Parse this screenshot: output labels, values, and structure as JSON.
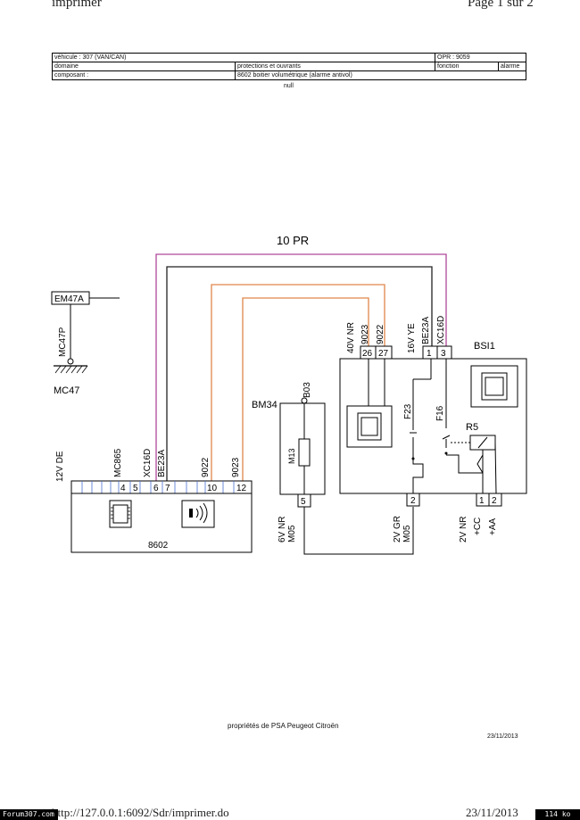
{
  "header": {
    "left": "imprimer",
    "right": "Page 1 sur 2"
  },
  "info_table": {
    "vehicle": "véhicule : 307 (VAN/CAN)",
    "opr": "OPR : 9059",
    "domain_label": "domaine",
    "domain_value": "protections et ouvrants",
    "function_label": "fonction",
    "function_value": "alarme",
    "component_label": "composant :",
    "component_value": "8602 boitier volumétrique (alarme antivol)"
  },
  "null_text": "null",
  "diagram": {
    "title": "10 PR",
    "em47a": "EM47A",
    "mc47p": "MC47P",
    "mc47": "MC47",
    "bm34": "BM34",
    "b03": "B03",
    "m13": "M13",
    "bsi1": "BSI1",
    "r5": "R5",
    "f23": "F23",
    "f16": "F16",
    "c8602": "8602",
    "conn_12v_de": "12V DE",
    "conn_40v_nr": "40V NR",
    "conn_16v_ye": "16V YE",
    "conn_6v_nr": "6V NR",
    "conn_2v_gr": "2V GR",
    "conn_2v_nr": "2V NR",
    "w_mc865": "MC865",
    "w_xc16d": "XC16D",
    "w_be23a": "BE23A",
    "w_9022": "9022",
    "w_9023": "9023",
    "w_bsi_9023": "9023",
    "w_bsi_9022": "9022",
    "w_bsi_be23a": "BE23A",
    "w_bsi_xc16d": "XC16D",
    "w_m05a": "M05",
    "w_m05b": "M05",
    "w_cc": "+CC",
    "w_aa": "+AA",
    "pin_4": "4",
    "pin_5": "5",
    "pin_6": "6",
    "pin_7": "7",
    "pin_10": "10",
    "pin_12": "12",
    "pin_26": "26",
    "pin_27": "27",
    "pin_1": "1",
    "pin_3": "3",
    "pin_bm_5": "5",
    "pin_bsi_2": "2",
    "pin_r_1": "1",
    "pin_r_2": "2",
    "wire_colors": {
      "purple": "#b0489a",
      "black": "#222222",
      "orange": "#e0864a"
    }
  },
  "footer": {
    "proprietor": "propriétés de PSA Peugeot Citroën",
    "date_small": "23/11/2013",
    "url": "http://127.0.0.1:6092/Sdr/imprimer.do",
    "date": "23/11/2013",
    "watermark": "Forum307.com",
    "filesize": "114 ko"
  }
}
